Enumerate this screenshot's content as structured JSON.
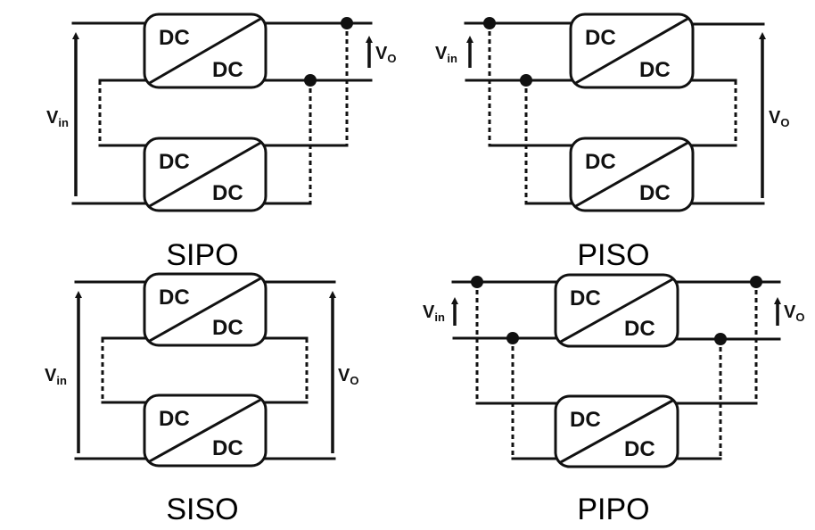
{
  "figure": {
    "converter_label_input": "DC",
    "converter_label_output": "DC",
    "vin_main": "V",
    "vin_sub": "in",
    "vo_main": "V",
    "vo_sub": "O"
  },
  "configurations": [
    {
      "id": "sipo",
      "caption": "SIPO",
      "input": "series",
      "output": "parallel"
    },
    {
      "id": "piso",
      "caption": "PISO",
      "input": "parallel",
      "output": "series"
    },
    {
      "id": "siso",
      "caption": "SISO",
      "input": "series",
      "output": "series"
    },
    {
      "id": "pipo",
      "caption": "PIPO",
      "input": "parallel",
      "output": "parallel"
    }
  ]
}
